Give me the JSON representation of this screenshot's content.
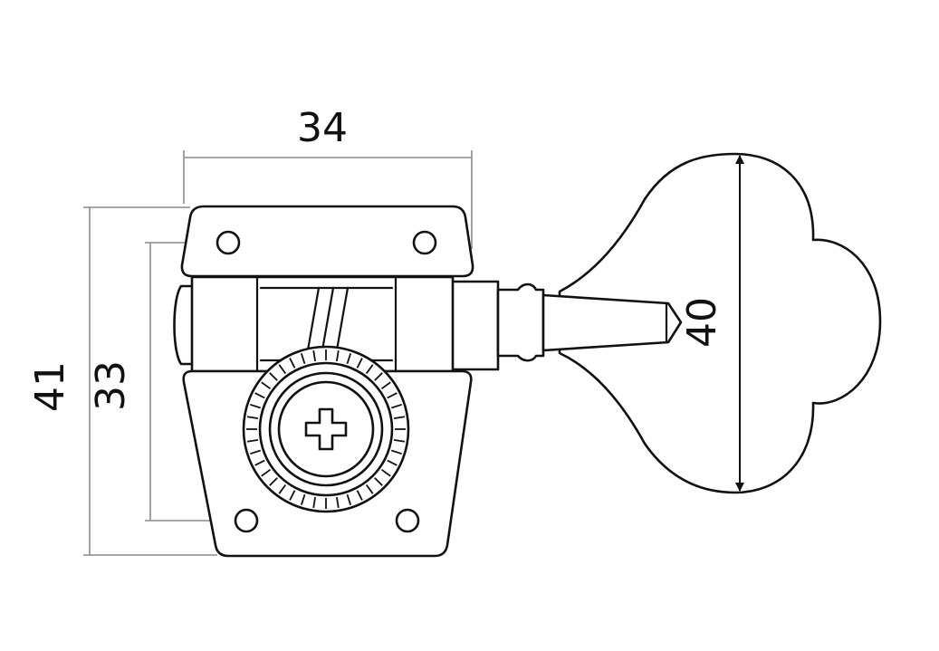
{
  "dimensions": {
    "width_top": "34",
    "height_overall": "41",
    "hole_spacing": "33",
    "key_width": "40"
  },
  "colors": {
    "line": "#111111",
    "dimension_line": "#8a8a8a",
    "background": "#ffffff"
  }
}
